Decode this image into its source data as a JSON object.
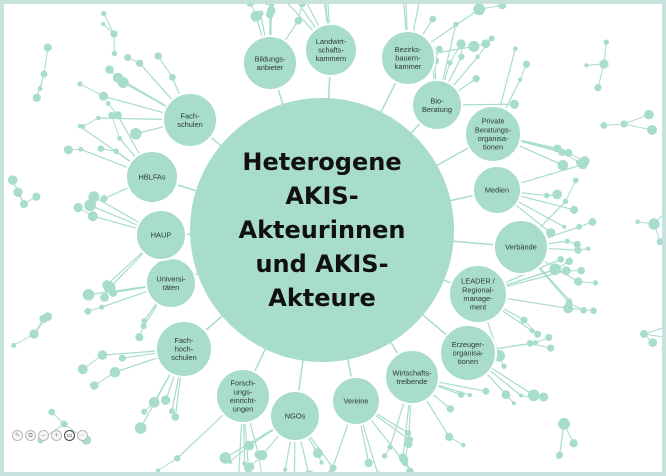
{
  "colors": {
    "accent": "#a8dccd",
    "border": "#c5e3dc",
    "text": "#111111"
  },
  "center": {
    "lines": [
      "Heterogene",
      "AKIS-",
      "Akteurinnen",
      "und AKIS-",
      "Akteure"
    ]
  },
  "actors": [
    {
      "id": "bildungsanbieter",
      "lines": [
        "Bildungs-",
        "anbieter"
      ]
    },
    {
      "id": "landwirtschaftskammern",
      "lines": [
        "Landwirt-",
        "schafts-",
        "kammern"
      ]
    },
    {
      "id": "bezirksbauernkammer",
      "lines": [
        "Bezirks-",
        "bauern-",
        "kammer"
      ]
    },
    {
      "id": "bio-beratung",
      "lines": [
        "Bio-",
        "Beratung"
      ]
    },
    {
      "id": "private-beratungsorganisationen",
      "lines": [
        "Private",
        "Beratungs-",
        "organisa-",
        "tionen"
      ]
    },
    {
      "id": "medien",
      "lines": [
        "Medien"
      ]
    },
    {
      "id": "verbaende",
      "lines": [
        "Verbände"
      ]
    },
    {
      "id": "leader",
      "lines": [
        "LEADER /",
        "Regional-",
        "manage-",
        "ment"
      ]
    },
    {
      "id": "erzeugerorganisationen",
      "lines": [
        "Erzeuger-",
        "organisa-",
        "tionen"
      ]
    },
    {
      "id": "wirtschaftstreibende",
      "lines": [
        "Wirtschafts-",
        "treibende"
      ]
    },
    {
      "id": "vereine",
      "lines": [
        "Vereine"
      ]
    },
    {
      "id": "ngos",
      "lines": [
        "NGOs"
      ]
    },
    {
      "id": "forschungseinrichtungen",
      "lines": [
        "Forsch-",
        "ungs-",
        "einricht-",
        "ungen"
      ]
    },
    {
      "id": "fachhochschulen",
      "lines": [
        "Fach-",
        "hoch-",
        "schulen"
      ]
    },
    {
      "id": "universitaeten",
      "lines": [
        "Universi-",
        "täten"
      ]
    },
    {
      "id": "haup",
      "lines": [
        "HAUP"
      ]
    },
    {
      "id": "hblfas",
      "lines": [
        "HBLFAs"
      ]
    },
    {
      "id": "fachschulen",
      "lines": [
        "Fach-",
        "schulen"
      ]
    }
  ],
  "toolbar": {
    "icons": [
      "pencil-icon",
      "copy-icon",
      "zoom-out-icon",
      "zoom-in-icon",
      "presenter-icon",
      "more-icon"
    ],
    "glyphs": [
      "✎",
      "⧉",
      "−",
      "+",
      "▭",
      "⋯"
    ]
  }
}
